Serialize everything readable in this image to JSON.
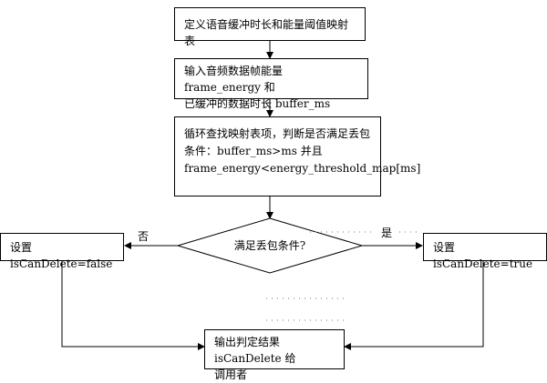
{
  "nodes": {
    "step1": "定义语音缓冲时长和能量阈值映射表",
    "step2_line1": "输入音频数据帧能量 frame_energy 和",
    "step2_line2": "已缓冲的数据时长 buffer_ms",
    "step3_line1": "循环查找映射表项，判断是否满足丢包",
    "step3_line2": "条件：buffer_ms>ms 并且",
    "step3_line3": "frame_energy<energy_threshold_map[ms]",
    "decision": "满足丢包条件?",
    "set_false": "设置 isCanDelete=false",
    "set_true": "设置 isCanDelete=true",
    "output_line1": "输出判定结果 isCanDelete 给",
    "output_line2": "调用者"
  },
  "edges": {
    "no_label": "否",
    "yes_label": "是"
  }
}
